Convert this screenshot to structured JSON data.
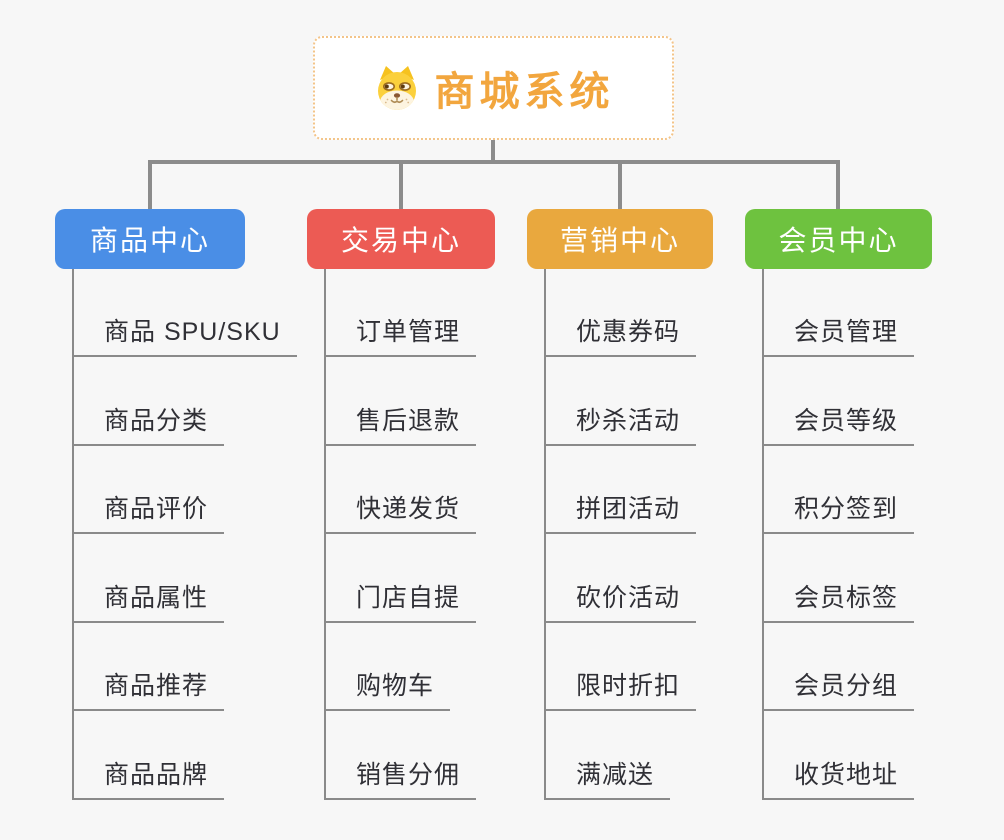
{
  "root": {
    "title": "商城系统",
    "icon": "dog-face-icon"
  },
  "branches": [
    {
      "label": "商品中心",
      "color": "#4a8ee6",
      "items": [
        "商品 SPU/SKU",
        "商品分类",
        "商品评价",
        "商品属性",
        "商品推荐",
        "商品品牌"
      ]
    },
    {
      "label": "交易中心",
      "color": "#ec5b54",
      "items": [
        "订单管理",
        "售后退款",
        "快递发货",
        "门店自提",
        "购物车",
        "销售分佣"
      ]
    },
    {
      "label": "营销中心",
      "color": "#e9a83e",
      "items": [
        "优惠券码",
        "秒杀活动",
        "拼团活动",
        "砍价活动",
        "限时折扣",
        "满减送"
      ]
    },
    {
      "label": "会员中心",
      "color": "#6ec23f",
      "items": [
        "会员管理",
        "会员等级",
        "积分签到",
        "会员标签",
        "会员分组",
        "收货地址"
      ]
    }
  ],
  "style": {
    "background": "#f7f7f7",
    "connector_color": "#8c8c8c",
    "underline_color": "#8a8a8a",
    "root_accent": "#f2a63e",
    "root_border": "#f3c489",
    "leaf_text_color": "#303036"
  }
}
